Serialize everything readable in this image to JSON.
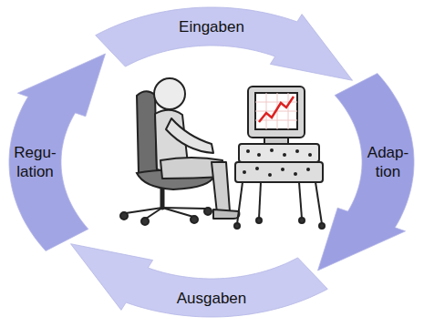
{
  "diagram": {
    "nodes": [
      {
        "text": [
          "Eingaben"
        ]
      },
      {
        "text": [
          "Regu- lation"
        ]
      },
      {
        "text": [
          "Adap- tion"
        ]
      },
      {
        "text": [
          "Ausgaben"
        ]
      }
    ]
  }
}
